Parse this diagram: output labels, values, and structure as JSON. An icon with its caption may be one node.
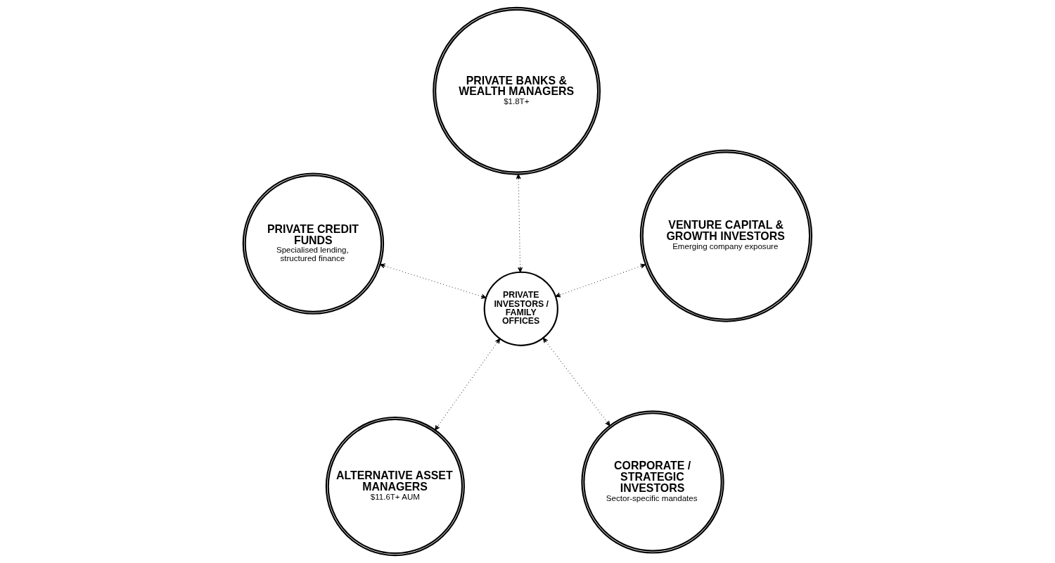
{
  "diagram": {
    "nodes": [
      {
        "text": [
          "ALTERNATIVE ASSET MANAGERS",
          "$11.6T+ AUM"
        ]
      },
      {
        "text": [
          "CORPORATE / STRATEGIC INVESTORS",
          "Sector-specific mandates"
        ]
      },
      {
        "text": [
          "PRIVATE INVESTORS / FAMILY OFFICES"
        ]
      },
      {
        "text": [
          "PRIVATE BANKS & WEALTH MANAGERS",
          "$1.8T+"
        ]
      },
      {
        "text": [
          "VENTURE CAPITAL & GROWTH INVESTORS",
          "Emerging company exposure"
        ]
      },
      {
        "text": [
          "PRIVATE CREDIT FUNDS",
          "Specialised lending, structured finance"
        ]
      }
    ],
    "edges": [
      {
        "from": 2,
        "to": 0,
        "arrow": "both"
      },
      {
        "from": 2,
        "to": 1,
        "arrow": "both"
      },
      {
        "from": 2,
        "to": 3,
        "arrow": "both"
      },
      {
        "from": 2,
        "to": 4,
        "arrow": "both"
      },
      {
        "from": 2,
        "to": 5,
        "arrow": "both"
      }
    ]
  }
}
